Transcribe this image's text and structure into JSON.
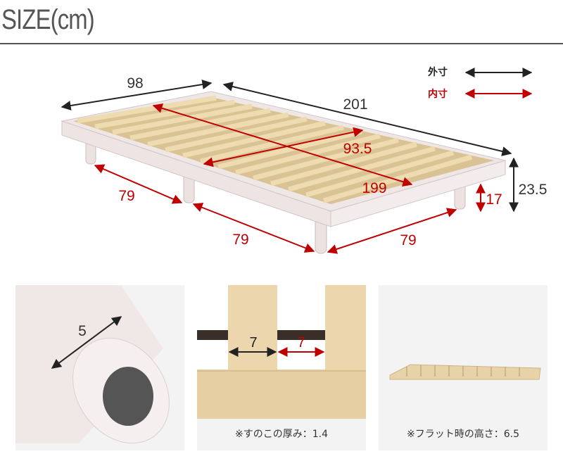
{
  "title": "SIZE(cm)",
  "legend": {
    "outer_label": "外寸",
    "inner_label": "内寸",
    "outer_color": "#333333",
    "inner_color": "#c00000"
  },
  "dimensions": {
    "width_outer": "98",
    "length_outer": "201",
    "height_outer": "23.5",
    "width_inner": "93.5",
    "length_inner": "199",
    "clearance": "17",
    "leg_span_left": "79",
    "leg_span_middle": "79",
    "leg_span_right": "79"
  },
  "panels": [
    {
      "dimension": "5"
    },
    {
      "dimension_outer": "7",
      "dimension_inner": "7",
      "caption": "※すのこの厚み：1.4"
    },
    {
      "caption": "※フラット時の高さ：6.5"
    }
  ]
}
